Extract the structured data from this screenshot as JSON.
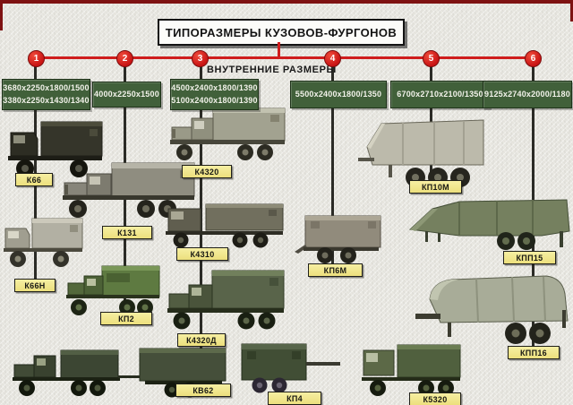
{
  "title": "ТИПОРАЗМЕРЫ КУЗОВОВ-ФУРГОНОВ",
  "subtitle": "ВНУТРЕННИЕ РАЗМЕРЫ",
  "accent_red": "#cf1d1d",
  "dimbox_green": "#41603a",
  "tag_yellow": "#f2e992",
  "groups": [
    {
      "num": "1",
      "dims": [
        "3680x2250x1800/1500",
        "3380x2250x1430/1340"
      ]
    },
    {
      "num": "2",
      "dims": [
        "4000x2250x1500"
      ]
    },
    {
      "num": "3",
      "dims": [
        "4500x2400x1800/1390",
        "5100x2400x1800/1390"
      ]
    },
    {
      "num": "4",
      "dims": [
        "5500x2400x1800/1350"
      ]
    },
    {
      "num": "5",
      "dims": [
        "6700x2710x2100/1350"
      ]
    },
    {
      "num": "6",
      "dims": [
        "9125x2740x2000/1180"
      ]
    }
  ],
  "vehicles": [
    {
      "label": "К66"
    },
    {
      "label": "К66Н"
    },
    {
      "label": "К131"
    },
    {
      "label": "КП2"
    },
    {
      "label": "К4320"
    },
    {
      "label": "К4310"
    },
    {
      "label": "К4320Д"
    },
    {
      "label": "КВ62"
    },
    {
      "label": "КП10М"
    },
    {
      "label": "КП6М"
    },
    {
      "label": "КП4"
    },
    {
      "label": "КПП15"
    },
    {
      "label": "КПП16"
    },
    {
      "label": "К5320"
    }
  ]
}
